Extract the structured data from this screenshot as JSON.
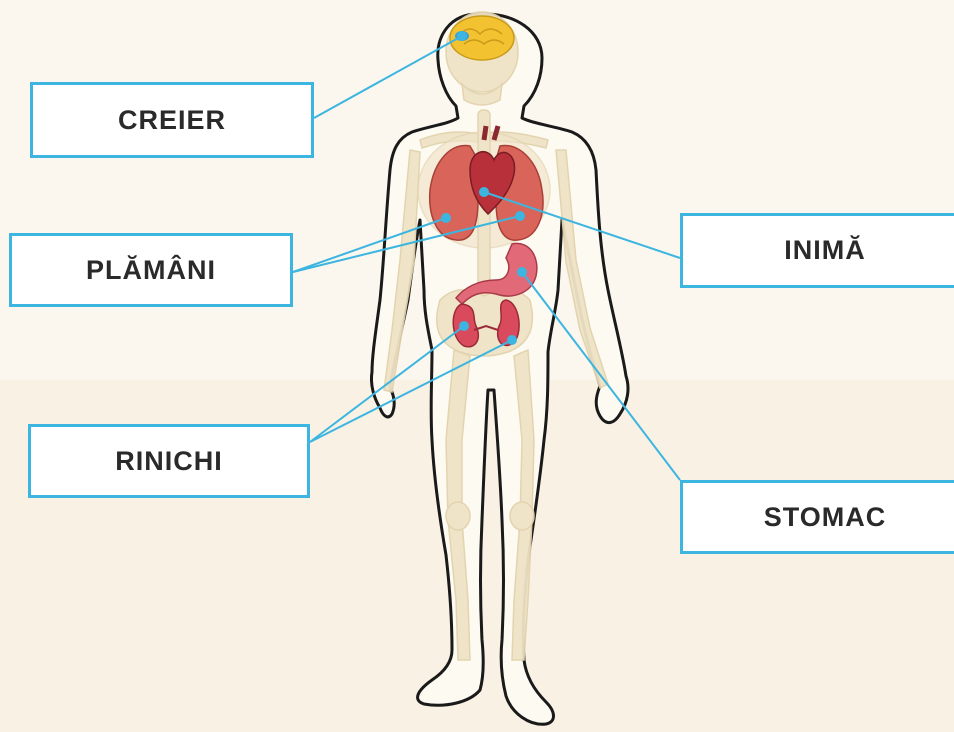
{
  "labels": {
    "brain": "CREIER",
    "lungs": "PLĂMÂNI",
    "kidneys": "RINICHI",
    "heart": "INIMĂ",
    "stomach": "STOMAC"
  },
  "colors": {
    "background": "#fbf7ee",
    "label_border": "#3cb5e0",
    "leader_line": "#3cb5e0",
    "skeleton": "#efe3c6",
    "body_outline": "#1a1a1a",
    "brain": "#f2c230",
    "lungs": "#d9655a",
    "heart": "#b8303a",
    "stomach": "#e26a78",
    "kidneys": "#d94a5c"
  },
  "icons": [
    "human-body-figure",
    "skeleton",
    "brain",
    "lungs",
    "heart",
    "stomach",
    "kidneys"
  ]
}
